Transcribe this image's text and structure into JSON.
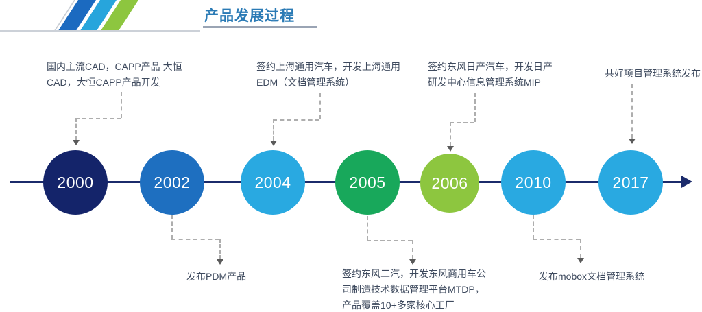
{
  "header": {
    "title": "产品发展过程"
  },
  "colors": {
    "title": "#2a7ab5",
    "timeline": "#1b2b6b",
    "stripe_blue_dark": "#1b6ac0",
    "stripe_blue_light": "#27a5dc",
    "stripe_green": "#8dc63f"
  },
  "timeline": {
    "events": [
      {
        "year": "2000",
        "color": "#14246a",
        "note": "国内主流CAD，CAPP产品 大恒\nCAD，大恒CAPP产品开发"
      },
      {
        "year": "2002",
        "color": "#1e6fc0",
        "note": "发布PDM产品"
      },
      {
        "year": "2004",
        "color": "#29a9e1",
        "note": "签约上海通用汽车，开发上海通用\nEDM（文档管理系统）"
      },
      {
        "year": "2005",
        "color": "#18a85b",
        "note": "签约东风二汽，开发东风商用车公\n司制造技术数据管理平台MTDP，\n产品覆盖10+多家核心工厂"
      },
      {
        "year": "2006",
        "color": "#8dc63f",
        "note": "签约东风日产汽车，开发日产\n研发中心信息管理系统MIP"
      },
      {
        "year": "2010",
        "color": "#29a9e1",
        "note": "发布mobox文档管理系统"
      },
      {
        "year": "2017",
        "color": "#29a9e1",
        "note": "共好项目管理系统发布"
      }
    ]
  }
}
